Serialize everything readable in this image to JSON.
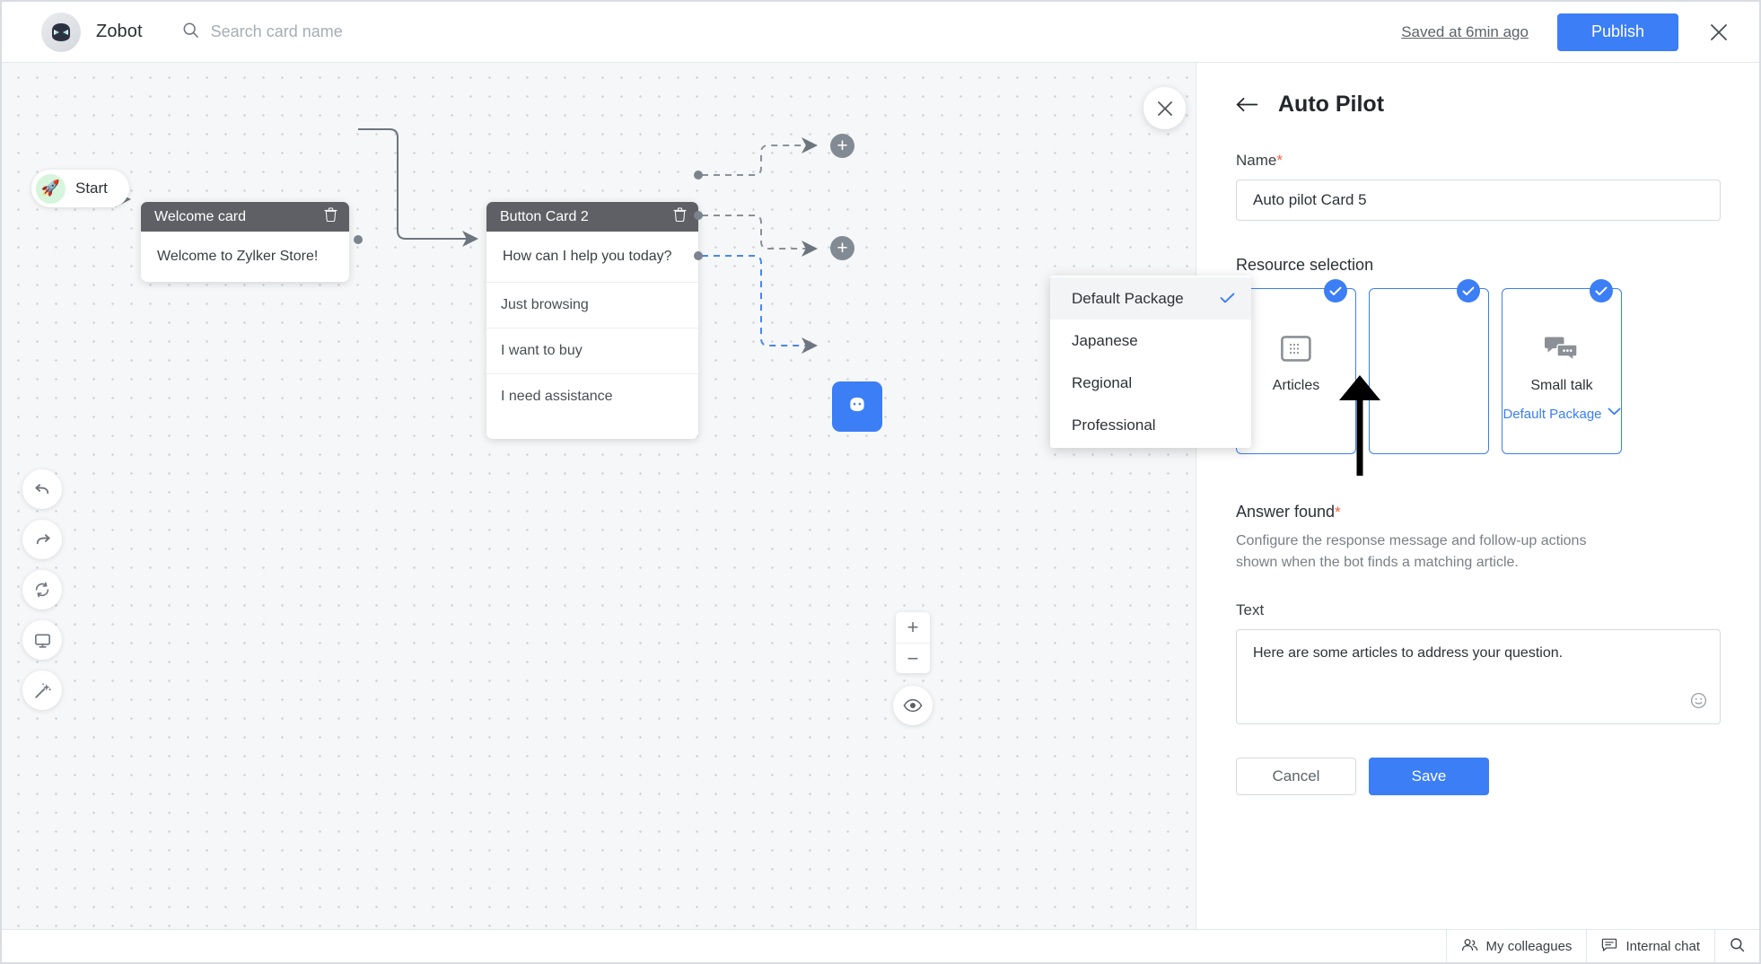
{
  "header": {
    "brand": "Zobot",
    "logo_icon": "bot-avatar-icon",
    "search_placeholder": "Search card name",
    "search_value": "",
    "search_icon": "search-icon",
    "saved_status": "Saved at 6min ago",
    "publish_label": "Publish",
    "close_icon": "close-icon"
  },
  "canvas": {
    "close_icon": "close-icon",
    "start": {
      "label": "Start",
      "icon": "rocket-icon"
    },
    "cards": [
      {
        "title": "Welcome card",
        "delete_icon": "trash-icon",
        "body": "Welcome to Zylker Store!",
        "options": []
      },
      {
        "title": "Button Card 2",
        "delete_icon": "trash-icon",
        "body": "How can I help you today?",
        "options": [
          "Just browsing",
          "I want to buy",
          "I need assistance"
        ]
      }
    ],
    "add_nodes": [
      "+",
      "+"
    ],
    "bot_node_icon": "bot-icon",
    "tools": [
      {
        "name": "undo-icon"
      },
      {
        "name": "redo-icon"
      },
      {
        "name": "refresh-icon"
      },
      {
        "name": "monitor-icon"
      },
      {
        "name": "magic-wand-icon"
      }
    ],
    "zoom_in": "+",
    "zoom_out": "−",
    "preview_icon": "eye-icon"
  },
  "panel": {
    "back_icon": "back-arrow-icon",
    "title": "Auto Pilot",
    "name_label": "Name",
    "name_required": "*",
    "name_value": "Auto pilot Card 5",
    "resource_section_label": "Resource selection",
    "resource_cards": [
      {
        "name": "Articles",
        "icon": "article-icon",
        "package": "",
        "selected": true,
        "check_icon": "check-circle-icon"
      },
      {
        "name": "",
        "icon": "",
        "package": "",
        "selected": true,
        "check_icon": "check-circle-icon"
      },
      {
        "name": "Small talk",
        "icon": "chat-bubbles-icon",
        "package": "Default Package",
        "selected": true,
        "check_icon": "check-circle-icon",
        "chevron_icon": "chevron-down-icon"
      }
    ],
    "dropdown": {
      "options": [
        {
          "label": "Default Package",
          "selected": true,
          "tick_icon": "check-icon"
        },
        {
          "label": "Japanese",
          "selected": false
        },
        {
          "label": "Regional",
          "selected": false
        },
        {
          "label": "Professional",
          "selected": false
        }
      ]
    },
    "annotation_arrow_icon": "up-arrow-annotation-icon",
    "answer_found_label": "Answer found",
    "answer_found_required": "*",
    "answer_found_desc": "Configure the response message and follow-up actions shown when the bot finds a matching article.",
    "text_label": "Text",
    "text_value": "Here are some articles to address your question.",
    "emoji_icon": "emoji-smiley-icon",
    "cancel_label": "Cancel",
    "save_label": "Save"
  },
  "footer": {
    "colleagues_label": "My colleagues",
    "colleagues_icon": "people-icon",
    "internal_chat_label": "Internal chat",
    "internal_chat_icon": "chat-icon",
    "search_icon": "search-icon"
  },
  "colors": {
    "accent": "#3b7ef6",
    "card_header": "#5e6065",
    "required": "#f0643a",
    "canvas_bg": "#f6f7f8"
  }
}
